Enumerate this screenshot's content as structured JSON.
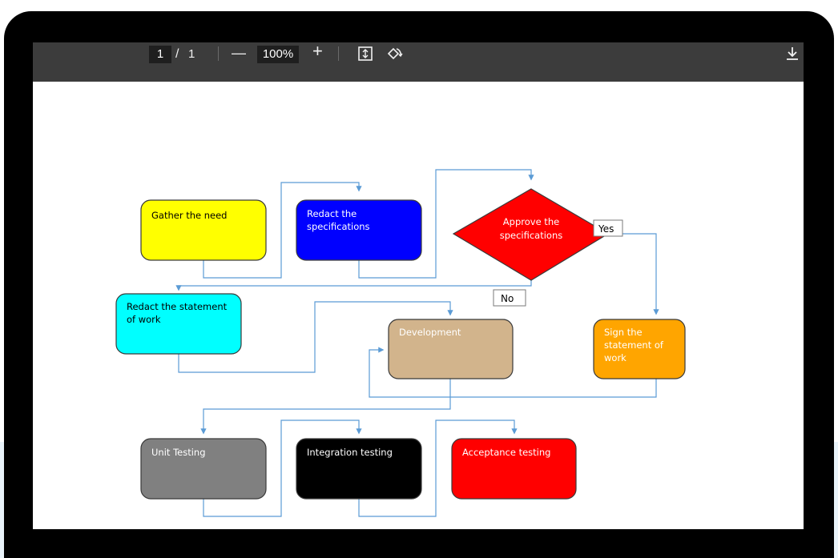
{
  "toolbar": {
    "page_current": "1",
    "page_separator": "/",
    "page_total": "1",
    "zoom_out": "—",
    "zoom_level": "100%",
    "zoom_in": "+",
    "icons": [
      "fit-page-icon",
      "rotate-icon",
      "download-icon"
    ]
  },
  "diagram": {
    "nodes": {
      "gather": "Gather the need",
      "redact_spec_1": "Redact the",
      "redact_spec_2": "specifications",
      "approve_1": "Approve the",
      "approve_2": "specifications",
      "redact_sow_1": "Redact the statement",
      "redact_sow_2": "of work",
      "development": "Development",
      "sign_1": "Sign the",
      "sign_2": "statement of",
      "sign_3": "work",
      "unit": "Unit Testing",
      "integration": "Integration testing",
      "acceptance": "Acceptance testing"
    },
    "labels": {
      "yes": "Yes",
      "no": "No"
    },
    "colors": {
      "gather": "#ffff00",
      "redact_spec": "#0000ff",
      "approve": "#ff0000",
      "redact_sow": "#00ffff",
      "development": "#d2b48c",
      "sign": "#ffa500",
      "unit": "#808080",
      "integration": "#000000",
      "acceptance": "#ff0000",
      "connector": "#5b9bd5"
    }
  }
}
